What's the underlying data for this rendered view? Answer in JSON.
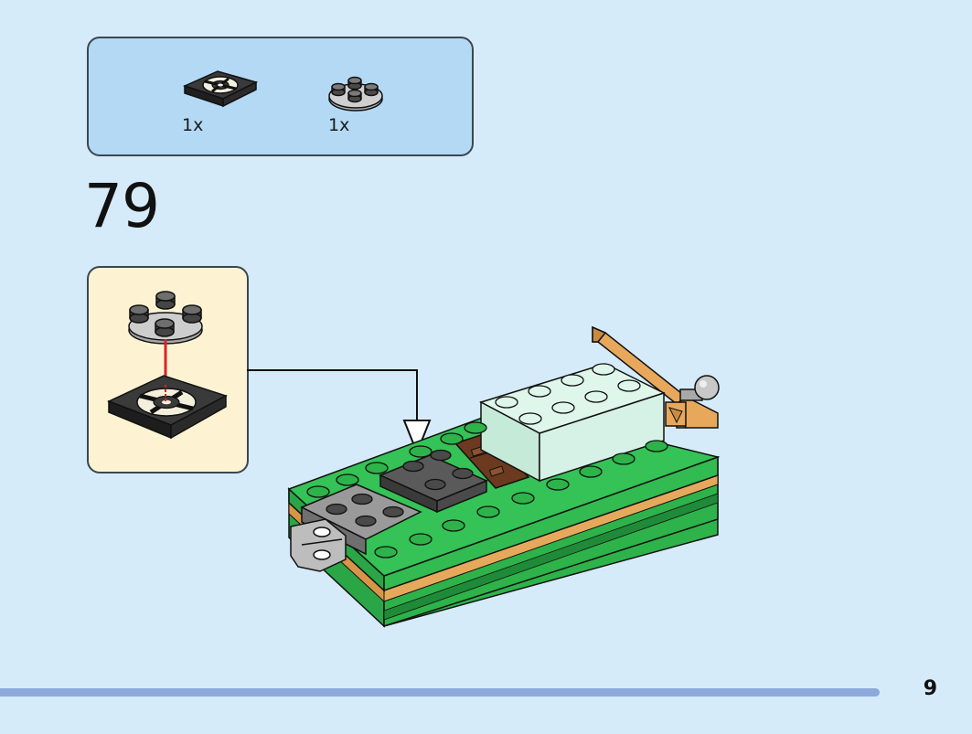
{
  "parts_list": {
    "items": [
      {
        "part": "plate-2x2-with-turntable-base",
        "count": "1x"
      },
      {
        "part": "round-plate-2x2-turntable-top",
        "count": "1x"
      }
    ]
  },
  "step": {
    "number": "79"
  },
  "page": {
    "number": "9"
  },
  "colors": {
    "background": "#d5ebfa",
    "parts_box": "#b3d9f5",
    "callout_box": "#fdf3d2",
    "green_brick": "#2db34a",
    "tan": "#e6a95c",
    "dark_gray": "#4a4a4a",
    "light_gray": "#a9a9a9",
    "mint": "#d6f2e6",
    "brown": "#6b3a1f",
    "arrow_red": "#d6232f",
    "progress_bar": "#8da9db"
  }
}
